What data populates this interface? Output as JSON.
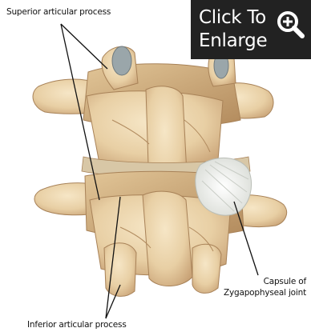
{
  "labels": {
    "superior": "Superior articular process",
    "inferior": "Inferior articular process",
    "capsule_line1": "Capsule of",
    "capsule_line2": "Zygapophyseal joint"
  },
  "enlarge": {
    "line1": "Click To",
    "line2": "Enlarge",
    "icon": "magnifier-plus-icon"
  },
  "colors": {
    "bone": "#eed8b2",
    "bone_shadow": "#c9a377",
    "cartilage": "#9aa6aa",
    "capsule": "#f2f2ee",
    "button_bg": "#222222"
  }
}
